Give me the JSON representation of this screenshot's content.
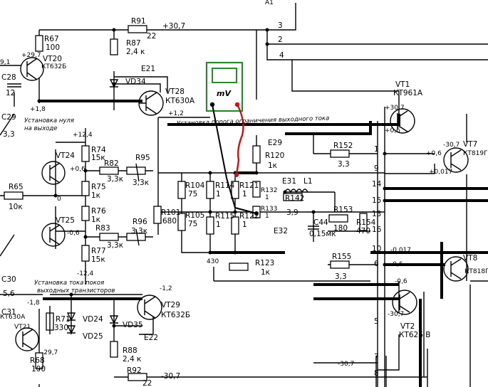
{
  "meter": {
    "label": "mV",
    "frame_color": "#2a8a2a",
    "probe_black": "#000000",
    "probe_red": "#d01010"
  },
  "header_fragment": "A1",
  "connector_pins_top": [
    "3",
    "2",
    "4"
  ],
  "connector_pins_right": [
    "1",
    "9",
    "14",
    "15",
    "13",
    "16",
    "10",
    "6",
    "5",
    "7",
    "8"
  ],
  "transistors": {
    "vt20": {
      "name": "VT20",
      "type": "КТ632Б"
    },
    "vt28": {
      "name": "VT28",
      "type": "КТ630А"
    },
    "vt1": {
      "name": "VT1",
      "type": "КТ961А"
    },
    "vt7": {
      "name": "VT7",
      "type": "КТ819Г"
    },
    "vt24": {
      "name": "VT24"
    },
    "vt25": {
      "name": "VT25"
    },
    "vt29": {
      "name": "VT29",
      "type": "КТ632Б"
    },
    "vt21": {
      "name": "VT21",
      "type": "КТ630А"
    },
    "vt8": {
      "name": "VT8",
      "type": "КТ818Г"
    },
    "vt2": {
      "name": "VT2",
      "type": "КТ626 В"
    }
  },
  "resistors": {
    "r67": {
      "name": "R67",
      "value": "100"
    },
    "r91": {
      "name": "R91",
      "value": "22"
    },
    "r87": {
      "name": "R87",
      "value": "2,4 к"
    },
    "r74": {
      "name": "R74",
      "value": "15к"
    },
    "r82": {
      "name": "R82",
      "value": "3,3к"
    },
    "r95": {
      "name": "R95",
      "value": "3,3к"
    },
    "r75": {
      "name": "R75",
      "value": "1к"
    },
    "r65": {
      "name": "R65",
      "value": "10к"
    },
    "r76": {
      "name": "R76",
      "value": "1к"
    },
    "r83": {
      "name": "R83",
      "value": "3,3к"
    },
    "r96": {
      "name": "R96",
      "value": "3,3к"
    },
    "r77": {
      "name": "R77",
      "value": "15к"
    },
    "r101": {
      "name": "R101",
      "value": "680"
    },
    "r104": {
      "name": "R104",
      "value": "75"
    },
    "r105": {
      "name": "R105",
      "value": "75"
    },
    "r114": {
      "name": "R114",
      "value": "1"
    },
    "r115": {
      "name": "R115",
      "value": "1"
    },
    "r121": {
      "name": "R121",
      "value": "1"
    },
    "r122": {
      "name": "R122",
      "value": "1"
    },
    "r132": {
      "name": "R132",
      "value": "1"
    },
    "r133": {
      "name": "R133",
      "value": "1"
    },
    "r142": {
      "name": "R142",
      "value": "3,9"
    },
    "r120": {
      "name": "R120",
      "value": "1к"
    },
    "r123": {
      "name": "R123",
      "value": "1к"
    },
    "r152": {
      "name": "R152",
      "value": "3,3"
    },
    "r153": {
      "name": "R153",
      "value": "180"
    },
    "r154": {
      "name": "R154",
      "value": "470"
    },
    "r155": {
      "name": "R155",
      "value": "3,3"
    },
    "r71": {
      "name": "R71",
      "value": "330"
    },
    "r68": {
      "name": "R68",
      "value": "100"
    },
    "r88": {
      "name": "R88",
      "value": "2,4 к"
    },
    "r92": {
      "name": "R92",
      "value": "22"
    }
  },
  "diodes": {
    "vd34": "VD34",
    "vd24": "VD24",
    "vd25": "VD25",
    "vd35": "VD35"
  },
  "capacitors": {
    "c28": {
      "name": "C28",
      "value": "12"
    },
    "c29": {
      "name": "C29",
      "value": "3,3"
    },
    "c30": {
      "name": "C30",
      "value": "5,6"
    },
    "c31": {
      "name": "C31"
    },
    "c44": {
      "name": "C44",
      "value": "0,15мк"
    }
  },
  "inductor": {
    "name": "L1"
  },
  "test_points": {
    "e21": "E21",
    "e22": "E22",
    "e29": "E29",
    "e31": "E31",
    "e32": "E32"
  },
  "voltages": {
    "v_top_rail": "+30,7",
    "v_vt20_e": "+29,7",
    "v_18p": "+1,8",
    "v_12p": "+1,2",
    "v_124p": "+12,4",
    "v_06p": "+0,6",
    "v_zero": "0",
    "v_06n": "-0,6",
    "v_124n": "-12,4",
    "v_12n": "-1,2",
    "v_18n": "-1,8",
    "v_297n": "-29,7",
    "v_bot_rail": "-30,7",
    "v_vt1_c": "+30,7",
    "v_vt1_e": "+0,6",
    "v_vt7_c": "-30,7",
    "v_vt7_b": "+0,6",
    "v_vt7_e": "+0,017",
    "v_out_n": "-0,017",
    "v_vt8": "-0,6",
    "v_vt2_b": "-0,6",
    "v_vt2_c": "-30,7",
    "v_pin7": "-30,7",
    "v_91": "9,1",
    "v_430": "430"
  },
  "notes": {
    "zero_adjust_1": "Установка нуля",
    "zero_adjust_2": "на выходе",
    "current_limit": "Установка порога ограничения выходного тока",
    "bias_1": "Установка тока покоя",
    "bias_2": "выходных транзисторов"
  }
}
